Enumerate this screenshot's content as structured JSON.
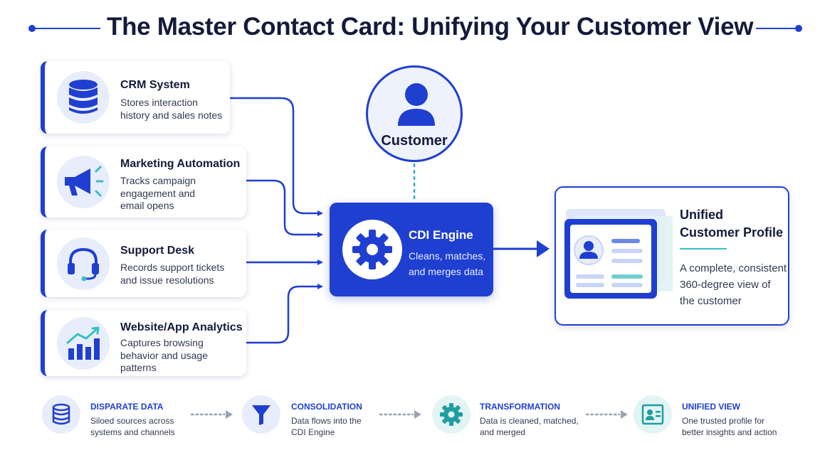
{
  "title": "The Master Contact Card: Unifying Your Customer View",
  "sources": [
    {
      "title": "CRM System",
      "desc_lines": [
        "Stores interaction",
        "history and sales notes"
      ],
      "icon": "database-icon"
    },
    {
      "title": "Marketing Automation",
      "desc_lines": [
        "Tracks campaign",
        "engagement and",
        "email opens"
      ],
      "icon": "megaphone-icon"
    },
    {
      "title": "Support Desk",
      "desc_lines": [
        "Records support tickets",
        "and issue resolutions"
      ],
      "icon": "headset-icon"
    },
    {
      "title": "Website/App Analytics",
      "desc_lines": [
        "Captures browsing",
        "behavior and usage",
        "patterns"
      ],
      "icon": "analytics-chart-icon"
    }
  ],
  "customer": {
    "label": "Customer",
    "icon": "person-icon"
  },
  "engine": {
    "title": "CDI Engine",
    "desc_lines": [
      "Cleans, matches,",
      "and merges data"
    ],
    "icon": "gear-icon"
  },
  "profile": {
    "title_lines": [
      "Unified",
      "Customer Profile"
    ],
    "desc_lines": [
      "A complete, consistent",
      "360-degree view of",
      "the customer"
    ],
    "icon": "profile-card-icon"
  },
  "stages": [
    {
      "title": "DISPARATE DATA",
      "desc_lines": [
        "Siloed sources across",
        "systems and channels"
      ],
      "icon": "database-icon"
    },
    {
      "title": "CONSOLIDATION",
      "desc_lines": [
        "Data flows into the",
        "CDI Engine"
      ],
      "icon": "funnel-icon"
    },
    {
      "title": "TRANSFORMATION",
      "desc_lines": [
        "Data is cleaned, matched,",
        "and merged"
      ],
      "icon": "gear-icon"
    },
    {
      "title": "UNIFIED VIEW",
      "desc_lines": [
        "One trusted profile for",
        "better insights and action"
      ],
      "icon": "profile-frame-icon"
    }
  ],
  "colors": {
    "primary": "#1f3fd1",
    "teal": "#36c0c4",
    "light_blue": "#e8edfb",
    "light_teal": "#e3f4f4",
    "dark_text": "#141a3a"
  }
}
